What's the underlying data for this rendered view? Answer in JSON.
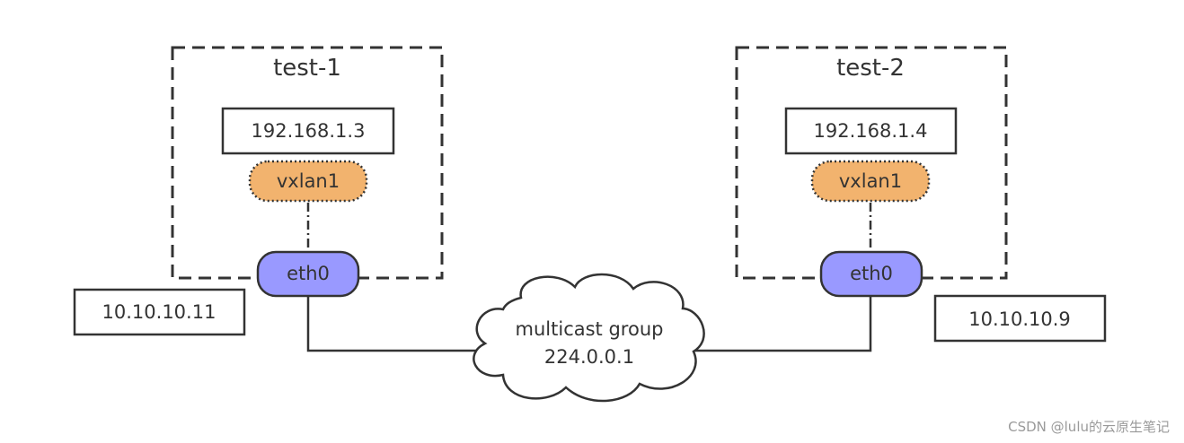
{
  "hosts": [
    {
      "name": "test-1",
      "overlay_ip": "192.168.1.3",
      "vxlan": "vxlan1",
      "nic": "eth0",
      "underlay_ip": "10.10.10.11"
    },
    {
      "name": "test-2",
      "overlay_ip": "192.168.1.4",
      "vxlan": "vxlan1",
      "nic": "eth0",
      "underlay_ip": "10.10.10.9"
    }
  ],
  "cloud": {
    "line1": "multicast group",
    "line2": "224.0.0.1"
  },
  "colors": {
    "vxlan_fill": "#F2B36E",
    "eth_fill": "#9999FF",
    "stroke": "#333333"
  },
  "watermark": "CSDN @lulu的云原生笔记"
}
